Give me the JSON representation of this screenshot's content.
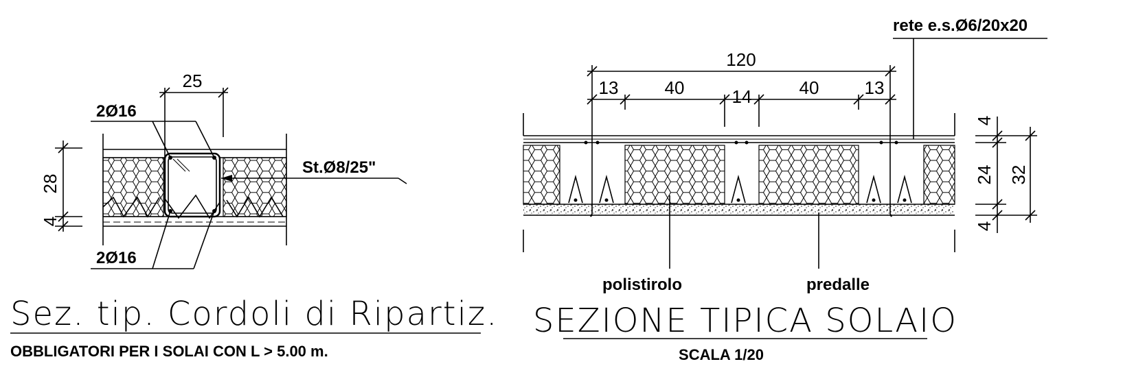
{
  "left_detail": {
    "dim_width": "25",
    "dim_height_main": "28",
    "dim_height_small": "4",
    "rebar_top": "2Ø16",
    "rebar_bottom": "2Ø16",
    "stirrups": "St.Ø8/25\"",
    "title": "Sez. tip. Cordoli di Ripartiz.",
    "subtitle": "OBBLIGATORI PER I SOLAI CON L > 5.00 m."
  },
  "right_detail": {
    "mesh_label": "rete e.s.Ø6/20x20",
    "dim_total": "120",
    "dims_segments": [
      "13",
      "40",
      "14",
      "40",
      "13"
    ],
    "dim_top_slab": "4",
    "dim_middle": "24",
    "dim_bottom": "4",
    "dim_overall": "32",
    "label_polystyrene": "polistirolo",
    "label_predalle": "predalle",
    "title": "SEZIONE TIPICA SOLAIO",
    "scale": "SCALA 1/20"
  }
}
